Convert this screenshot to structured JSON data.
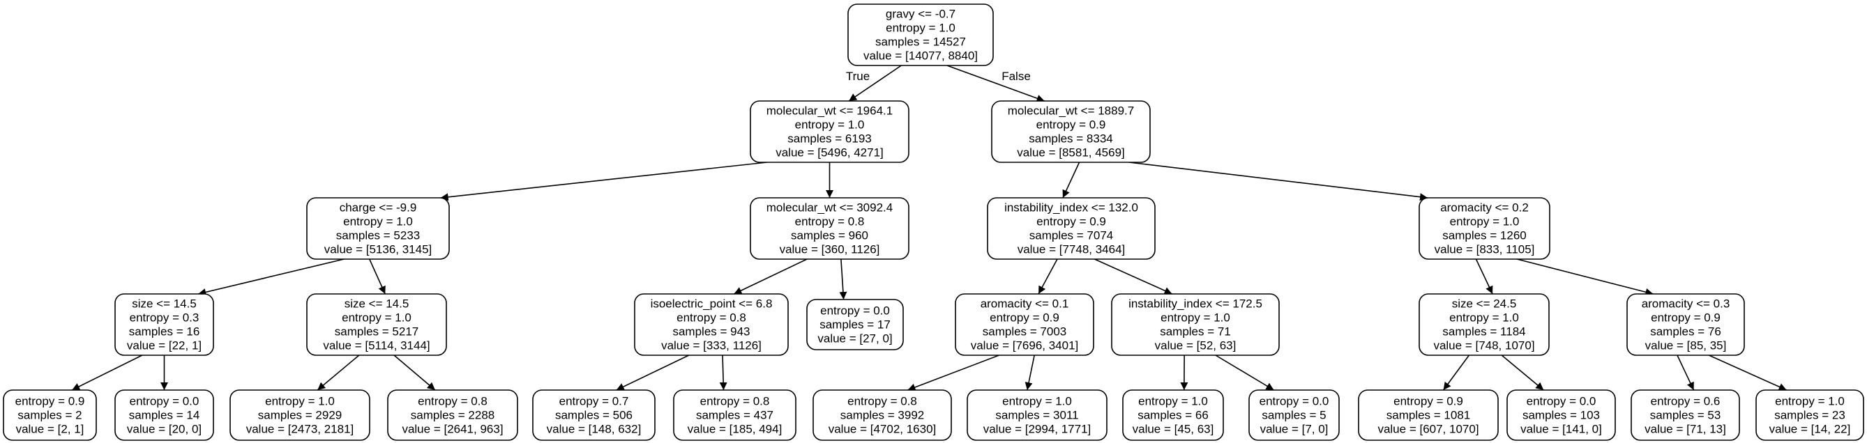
{
  "edge_labels": {
    "true_label": "True",
    "false_label": "False"
  },
  "tree": {
    "nodes": [
      {
        "id": "n0",
        "lines": [
          "gravy <= -0.7",
          "entropy = 1.0",
          "samples = 14527",
          "value = [14077, 8840]"
        ]
      },
      {
        "id": "n1",
        "lines": [
          "molecular_wt <= 1964.1",
          "entropy = 1.0",
          "samples = 6193",
          "value = [5496, 4271]"
        ]
      },
      {
        "id": "n2",
        "lines": [
          "molecular_wt <= 1889.7",
          "entropy = 0.9",
          "samples = 8334",
          "value = [8581, 4569]"
        ]
      },
      {
        "id": "n3",
        "lines": [
          "charge <= -9.9",
          "entropy = 1.0",
          "samples = 5233",
          "value = [5136, 3145]"
        ]
      },
      {
        "id": "n4",
        "lines": [
          "molecular_wt <= 3092.4",
          "entropy = 0.8",
          "samples = 960",
          "value = [360, 1126]"
        ]
      },
      {
        "id": "n5",
        "lines": [
          "instability_index <= 132.0",
          "entropy = 0.9",
          "samples = 7074",
          "value = [7748, 3464]"
        ]
      },
      {
        "id": "n6",
        "lines": [
          "aromacity <= 0.2",
          "entropy = 1.0",
          "samples = 1260",
          "value = [833, 1105]"
        ]
      },
      {
        "id": "n7",
        "lines": [
          "size <= 14.5",
          "entropy = 0.3",
          "samples = 16",
          "value = [22, 1]"
        ]
      },
      {
        "id": "n8",
        "lines": [
          "size <= 14.5",
          "entropy = 1.0",
          "samples = 5217",
          "value = [5114, 3144]"
        ]
      },
      {
        "id": "n9",
        "lines": [
          "isoelectric_point <= 6.8",
          "entropy = 0.8",
          "samples = 943",
          "value = [333, 1126]"
        ]
      },
      {
        "id": "n10",
        "lines": [
          "entropy = 0.0",
          "samples = 17",
          "value = [27, 0]"
        ]
      },
      {
        "id": "n11",
        "lines": [
          "aromacity <= 0.1",
          "entropy = 0.9",
          "samples = 7003",
          "value = [7696, 3401]"
        ]
      },
      {
        "id": "n12",
        "lines": [
          "instability_index <= 172.5",
          "entropy = 1.0",
          "samples = 71",
          "value = [52, 63]"
        ]
      },
      {
        "id": "n13",
        "lines": [
          "size <= 24.5",
          "entropy = 1.0",
          "samples = 1184",
          "value = [748, 1070]"
        ]
      },
      {
        "id": "n14",
        "lines": [
          "aromacity <= 0.3",
          "entropy = 0.9",
          "samples = 76",
          "value = [85, 35]"
        ]
      },
      {
        "id": "n15",
        "lines": [
          "entropy = 0.9",
          "samples = 2",
          "value = [2, 1]"
        ]
      },
      {
        "id": "n16",
        "lines": [
          "entropy = 0.0",
          "samples = 14",
          "value = [20, 0]"
        ]
      },
      {
        "id": "n17",
        "lines": [
          "entropy = 1.0",
          "samples = 2929",
          "value = [2473, 2181]"
        ]
      },
      {
        "id": "n18",
        "lines": [
          "entropy = 0.8",
          "samples = 2288",
          "value = [2641, 963]"
        ]
      },
      {
        "id": "n19",
        "lines": [
          "entropy = 0.7",
          "samples = 506",
          "value = [148, 632]"
        ]
      },
      {
        "id": "n20",
        "lines": [
          "entropy = 0.8",
          "samples = 437",
          "value = [185, 494]"
        ]
      },
      {
        "id": "n21",
        "lines": [
          "entropy = 0.8",
          "samples = 3992",
          "value = [4702, 1630]"
        ]
      },
      {
        "id": "n22",
        "lines": [
          "entropy = 1.0",
          "samples = 3011",
          "value = [2994, 1771]"
        ]
      },
      {
        "id": "n23",
        "lines": [
          "entropy = 1.0",
          "samples = 66",
          "value = [45, 63]"
        ]
      },
      {
        "id": "n24",
        "lines": [
          "entropy = 0.0",
          "samples = 5",
          "value = [7, 0]"
        ]
      },
      {
        "id": "n25",
        "lines": [
          "entropy = 0.9",
          "samples = 1081",
          "value = [607, 1070]"
        ]
      },
      {
        "id": "n26",
        "lines": [
          "entropy = 0.0",
          "samples = 103",
          "value = [141, 0]"
        ]
      },
      {
        "id": "n27",
        "lines": [
          "entropy = 0.6",
          "samples = 53",
          "value = [71, 13]"
        ]
      },
      {
        "id": "n28",
        "lines": [
          "entropy = 1.0",
          "samples = 23",
          "value = [14, 22]"
        ]
      }
    ],
    "edges": [
      [
        "n0",
        "n1"
      ],
      [
        "n0",
        "n2"
      ],
      [
        "n1",
        "n3"
      ],
      [
        "n1",
        "n4"
      ],
      [
        "n2",
        "n5"
      ],
      [
        "n2",
        "n6"
      ],
      [
        "n3",
        "n7"
      ],
      [
        "n3",
        "n8"
      ],
      [
        "n4",
        "n9"
      ],
      [
        "n4",
        "n10"
      ],
      [
        "n5",
        "n11"
      ],
      [
        "n5",
        "n12"
      ],
      [
        "n6",
        "n13"
      ],
      [
        "n6",
        "n14"
      ],
      [
        "n7",
        "n15"
      ],
      [
        "n7",
        "n16"
      ],
      [
        "n8",
        "n17"
      ],
      [
        "n8",
        "n18"
      ],
      [
        "n9",
        "n19"
      ],
      [
        "n9",
        "n20"
      ],
      [
        "n11",
        "n21"
      ],
      [
        "n11",
        "n22"
      ],
      [
        "n12",
        "n23"
      ],
      [
        "n12",
        "n24"
      ],
      [
        "n13",
        "n25"
      ],
      [
        "n13",
        "n26"
      ],
      [
        "n14",
        "n27"
      ],
      [
        "n14",
        "n28"
      ]
    ]
  }
}
